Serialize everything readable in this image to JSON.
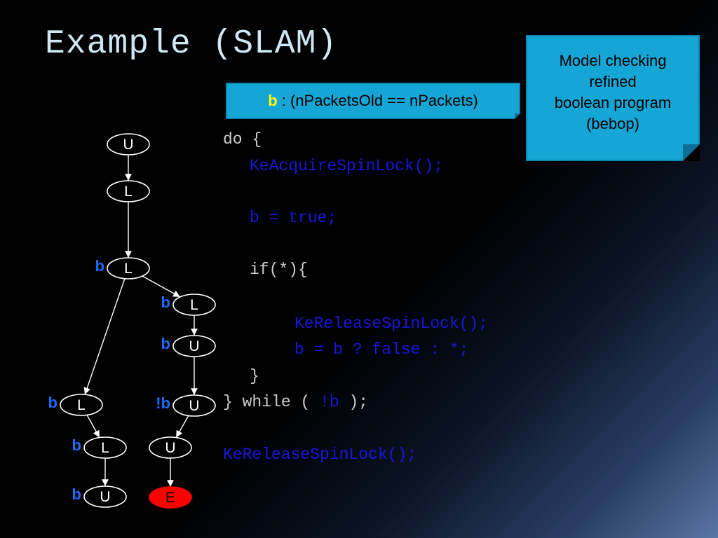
{
  "slide": {
    "title": "Example (SLAM)",
    "note": [
      "Model checking",
      "refined",
      "boolean program",
      "(bebop)"
    ],
    "predicate": {
      "var": "b",
      "rest": " : (nPacketsOld == nPackets)"
    }
  },
  "code": {
    "do_open": "do {",
    "acquire": "KeAcquireSpinLock();",
    "assign_true": "b = true;",
    "if_open": "if(*){",
    "release_inner": "KeReleaseSpinLock();",
    "assign_cond": "b = b ? false : *;",
    "if_close": "}",
    "while_pre": "} while ( ",
    "while_var": "!b",
    "while_post": " );",
    "release_outer": "KeReleaseSpinLock();"
  },
  "tree": {
    "nodes": [
      {
        "id": "n1",
        "label": "U",
        "pred": ""
      },
      {
        "id": "n2",
        "label": "L",
        "pred": ""
      },
      {
        "id": "n3",
        "label": "L",
        "pred": "b"
      },
      {
        "id": "n4",
        "label": "L",
        "pred": "b"
      },
      {
        "id": "n5",
        "label": "U",
        "pred": "b"
      },
      {
        "id": "n6",
        "label": "U",
        "pred": "!b"
      },
      {
        "id": "n7",
        "label": "U",
        "pred": ""
      },
      {
        "id": "n8",
        "label": "E",
        "pred": ""
      },
      {
        "id": "n9",
        "label": "L",
        "pred": "b"
      },
      {
        "id": "n10",
        "label": "L",
        "pred": "b"
      },
      {
        "id": "n11",
        "label": "U",
        "pred": "b"
      }
    ],
    "colors": {
      "node_fill": "#ffffff",
      "error_fill": "#ff0000",
      "pred": "#1a6bff",
      "code_blue": "#1717d9"
    }
  }
}
